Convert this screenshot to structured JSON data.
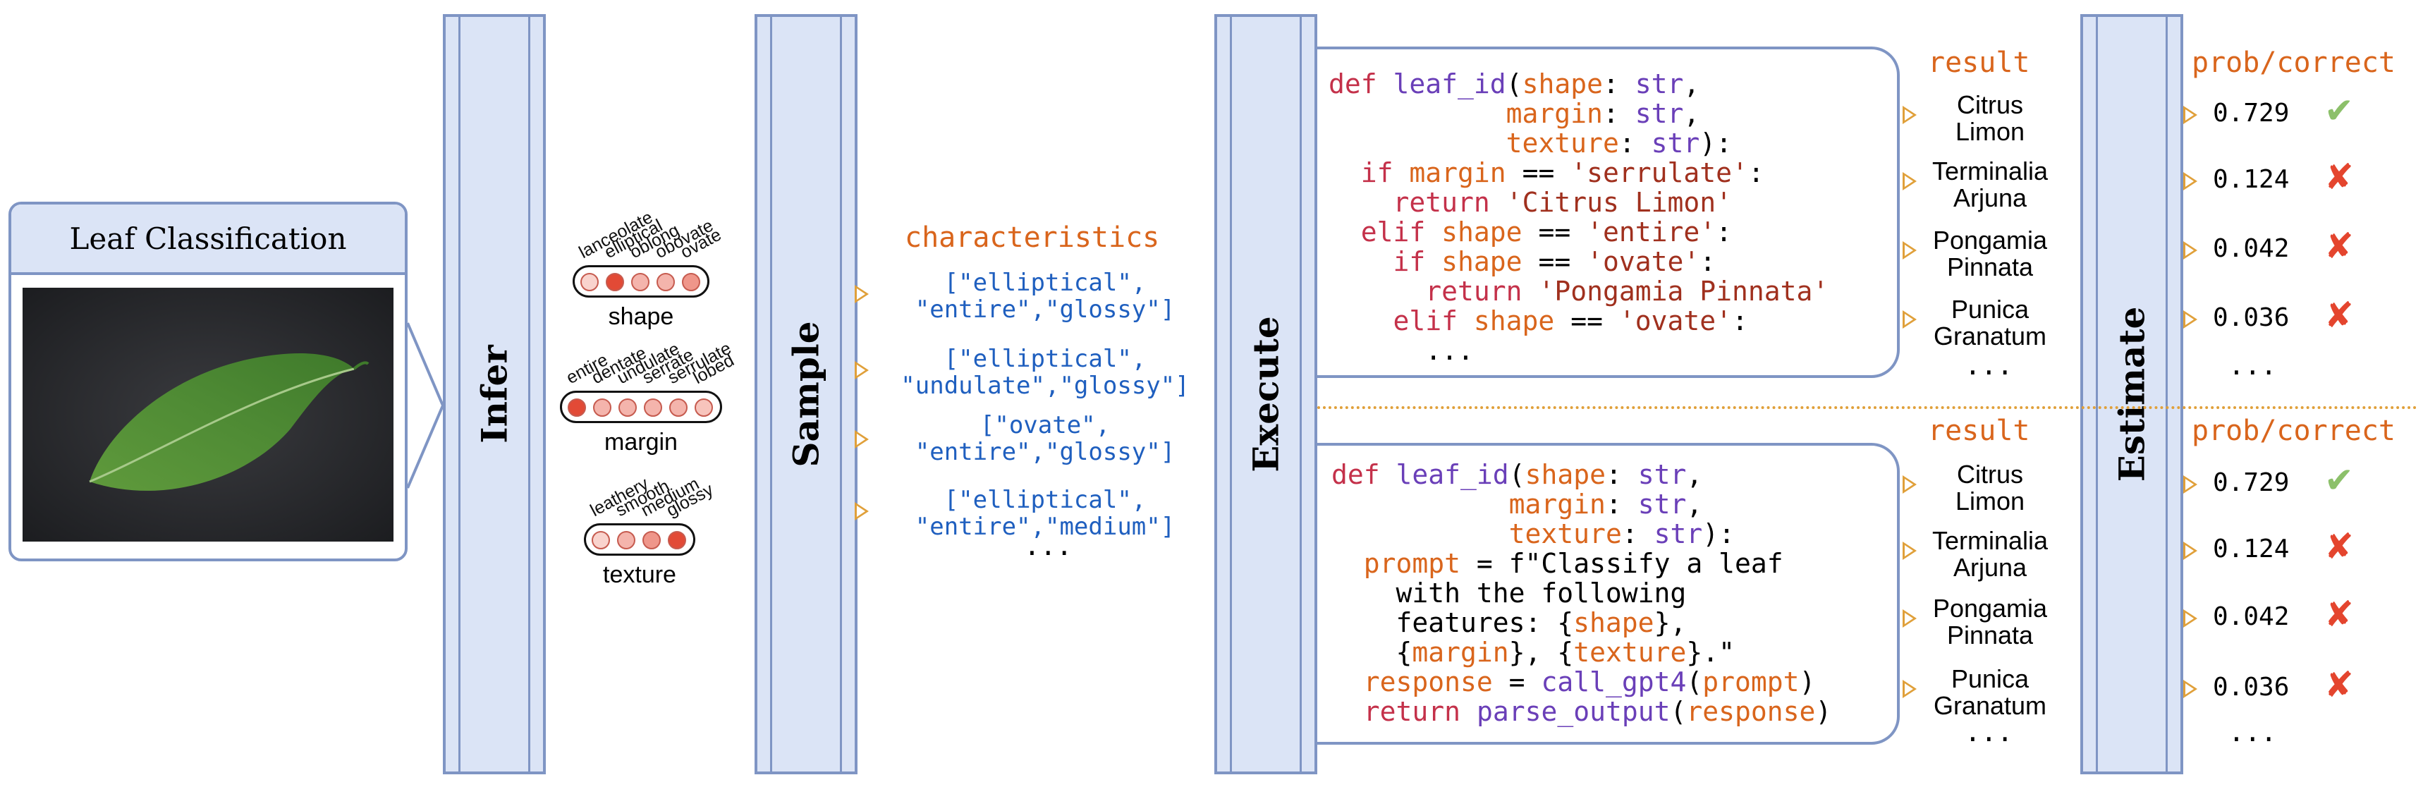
{
  "input": {
    "title": "Leaf Classification"
  },
  "stages": {
    "infer": "Infer",
    "sample": "Sample",
    "execute": "Execute",
    "estimate": "Estimate"
  },
  "attributes": [
    {
      "name": "shape",
      "options": [
        "lanceolate",
        "elliptical",
        "oblong",
        "obovate",
        "ovate"
      ],
      "fills": [
        0.1,
        1.0,
        0.3,
        0.3,
        0.5
      ]
    },
    {
      "name": "margin",
      "options": [
        "entire",
        "dentate",
        "undulate",
        "serrate",
        "serrulate",
        "lobed"
      ],
      "fills": [
        1.0,
        0.3,
        0.3,
        0.3,
        0.3,
        0.2
      ]
    },
    {
      "name": "texture",
      "options": [
        "leathery",
        "smooth",
        "medium",
        "glossy"
      ],
      "fills": [
        0.1,
        0.3,
        0.5,
        1.0
      ]
    }
  ],
  "characteristics_header": "characteristics",
  "samples": [
    {
      "line1": "[\"elliptical\",",
      "line2": "\"entire\",\"glossy\"]"
    },
    {
      "line1": "[\"elliptical\",",
      "line2": "\"undulate\",\"glossy\"]"
    },
    {
      "line1": "[\"ovate\",",
      "line2": "\"entire\",\"glossy\"]"
    },
    {
      "line1": "[\"elliptical\",",
      "line2": "\"entire\",\"medium\"]"
    }
  ],
  "ellipsis": "...",
  "result_header": "result",
  "prob_header": "prob/correct",
  "results": [
    {
      "line1": "Citrus",
      "line2": "Limon",
      "prob": "0.729",
      "correct": true
    },
    {
      "line1": "Terminalia",
      "line2": "Arjuna",
      "prob": "0.124",
      "correct": false
    },
    {
      "line1": "Pongamia",
      "line2": "Pinnata",
      "prob": "0.042",
      "correct": false
    },
    {
      "line1": "Punica",
      "line2": "Granatum",
      "prob": "0.036",
      "correct": false
    }
  ],
  "colors": {
    "stage_fill": "#dbe4f6",
    "stage_border": "#7f95c4",
    "accent_orange": "#d9651c",
    "string_blue": "#1f5fbf",
    "check_green": "#8cc06a",
    "cross_red": "#e4452e",
    "triangle": "#e0a03a"
  }
}
